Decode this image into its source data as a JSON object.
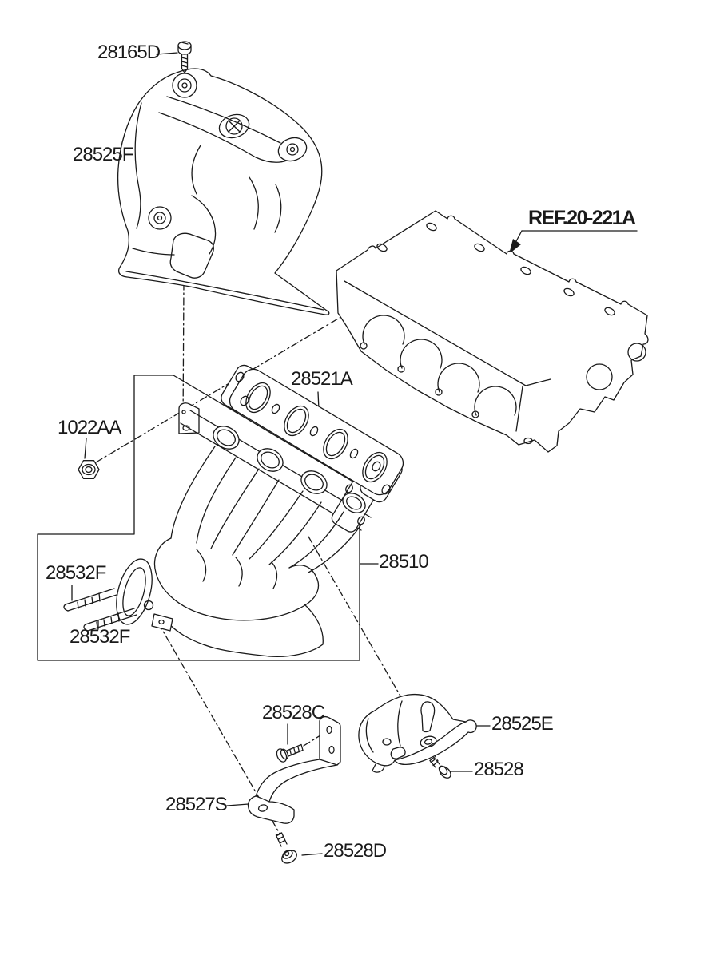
{
  "diagram": {
    "type": "exploded-parts-diagram",
    "subject": "exhaust-manifold-assembly",
    "colors": {
      "ink": "#1a1a1a",
      "paper": "#ffffff"
    },
    "labels": {
      "l28165D": "28165D",
      "l28525F": "28525F",
      "ref": "REF.20-221A",
      "l28521A": "28521A",
      "l1022AA": "1022AA",
      "l28532F_upper": "28532F",
      "l28532F_lower": "28532F",
      "l28510": "28510",
      "l28528C": "28528C",
      "l28525E": "28525E",
      "l28528": "28528",
      "l28527S": "28527S",
      "l28528D": "28528D"
    }
  }
}
